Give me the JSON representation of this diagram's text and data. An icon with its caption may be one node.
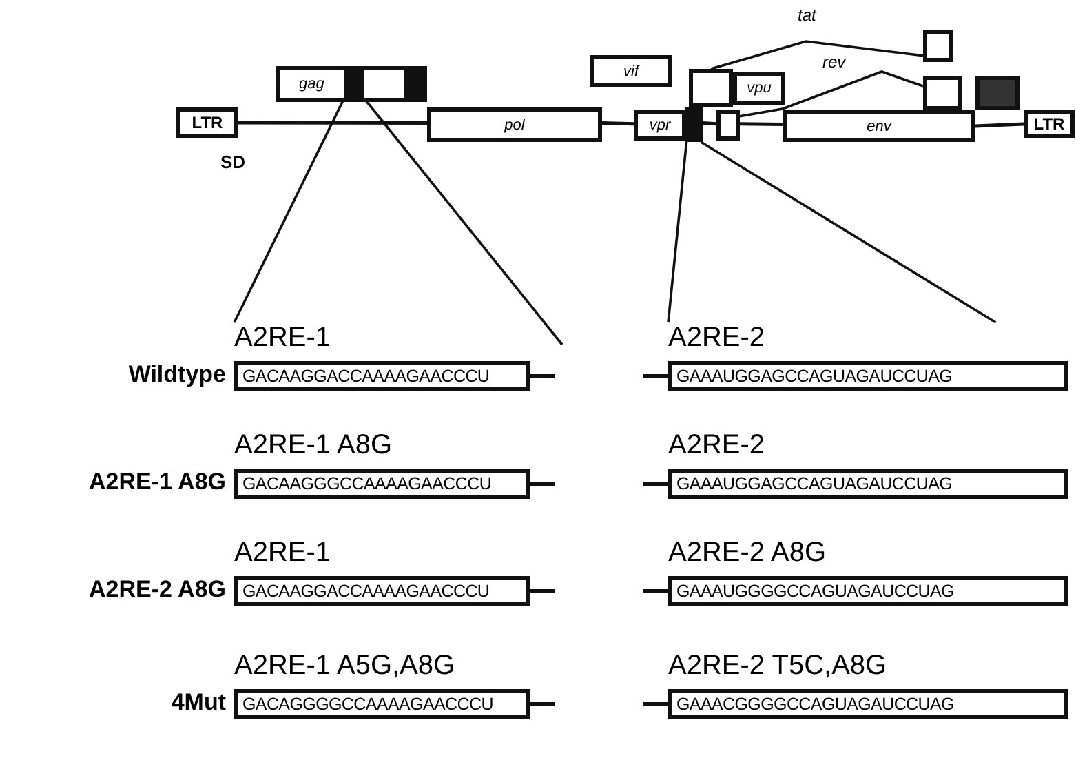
{
  "diagram": {
    "nodes": [
      {
        "text": [
          "LTR"
        ]
      },
      {
        "text": [
          "gag"
        ]
      },
      {
        "text": [],
        "shape": "box",
        "in": 1
      },
      {
        "text": [],
        "shape": "box",
        "in": 1
      },
      {
        "text": [
          "pol"
        ]
      },
      {
        "text": [
          "vif"
        ]
      },
      {
        "text": [
          "vpr"
        ]
      },
      {
        "text": [],
        "shape": "box"
      },
      {
        "text": [],
        "shape": "box"
      },
      {
        "text": [
          "vpu"
        ]
      },
      {
        "text": [],
        "shape": "box"
      },
      {
        "text": [
          "env"
        ]
      },
      {
        "text": [],
        "shape": "box"
      },
      {
        "text": [],
        "shape": "box"
      },
      {
        "text": [],
        "shape": "box"
      },
      {
        "text": [
          "LTR"
        ]
      },
      {
        "text": [
          "A2RE-1",
          "GACAAGGACCAAAAGAACCCU"
        ],
        "beside": [
          "Wildtype"
        ]
      },
      {
        "text": [
          "A2RE-2",
          "GAAAUGGAGCCAGUAGAUCCUAG"
        ]
      },
      {
        "text": [
          "A2RE-1 A8G",
          "GACAAGGGCCAAAAGAACCCU"
        ],
        "beside": [
          "A2RE-1 A8G"
        ]
      },
      {
        "text": [
          "A2RE-2",
          "GAAAUGGAGCCAGUAGAUCCUAG"
        ]
      },
      {
        "text": [
          "A2RE-1",
          "GACAAGGACCAAAAGAACCCU"
        ],
        "beside": [
          "A2RE-2 A8G"
        ]
      },
      {
        "text": [
          "A2RE-2 A8G",
          "GAAAUGGGGCCAGUAGAUCCUAG"
        ]
      },
      {
        "text": [
          "A2RE-1 A5G,A8G",
          "GACAGGGGCCAAAAGAACCCU"
        ],
        "beside": [
          "4Mut"
        ]
      },
      {
        "text": [
          "A2RE-2 T5C,A8G",
          "GAAACGGGGCCAGUAGAUCCUAG"
        ]
      }
    ],
    "edges": [
      {
        "from": 2,
        "to": 16,
        "arrow": "none"
      },
      {
        "from": 2,
        "to": null,
        "arrow": "none"
      },
      {
        "from": 7,
        "to": 17,
        "arrow": "none"
      },
      {
        "from": 7,
        "to": 17,
        "arrow": "none"
      },
      {
        "from": 8,
        "to": 12,
        "arrow": "none",
        "label": "tat"
      },
      {
        "from": 10,
        "to": 13,
        "arrow": "none",
        "label": "rev"
      },
      {
        "from": 0,
        "to": 4,
        "arrow": "none"
      },
      {
        "from": 4,
        "to": 6,
        "arrow": "none"
      },
      {
        "from": 7,
        "to": 10,
        "arrow": "none"
      },
      {
        "from": 10,
        "to": 11,
        "arrow": "none"
      },
      {
        "from": 11,
        "to": 15,
        "arrow": "none"
      }
    ],
    "labels": [
      "SD"
    ]
  }
}
